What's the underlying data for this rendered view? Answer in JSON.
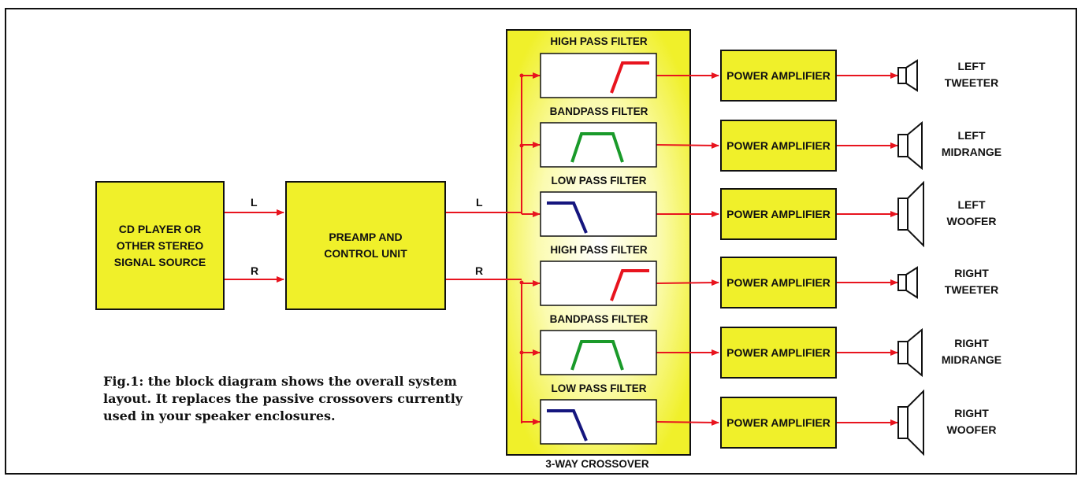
{
  "source_block": {
    "line1": "CD PLAYER OR",
    "line2": "OTHER STEREO",
    "line3": "SIGNAL SOURCE"
  },
  "preamp_block": {
    "line1": "PREAMP AND",
    "line2": "CONTROL UNIT"
  },
  "signals": {
    "left": "L",
    "right": "R"
  },
  "crossover_label": "3-WAY CROSSOVER",
  "filters": [
    {
      "label": "HIGH PASS FILTER",
      "kind": "highpass",
      "color": "#e8141e"
    },
    {
      "label": "BANDPASS FILTER",
      "kind": "bandpass",
      "color": "#1a9a2a"
    },
    {
      "label": "LOW PASS FILTER",
      "kind": "lowpass",
      "color": "#15167e"
    },
    {
      "label": "HIGH PASS FILTER",
      "kind": "highpass",
      "color": "#e8141e"
    },
    {
      "label": "BANDPASS FILTER",
      "kind": "bandpass",
      "color": "#1a9a2a"
    },
    {
      "label": "LOW PASS FILTER",
      "kind": "lowpass",
      "color": "#15167e"
    }
  ],
  "amplifier_label": "POWER AMPLIFIER",
  "speakers": [
    {
      "line1": "LEFT",
      "line2": "TWEETER",
      "size": "small"
    },
    {
      "line1": "LEFT",
      "line2": "MIDRANGE",
      "size": "medium"
    },
    {
      "line1": "LEFT",
      "line2": "WOOFER",
      "size": "large"
    },
    {
      "line1": "RIGHT",
      "line2": "TWEETER",
      "size": "small"
    },
    {
      "line1": "RIGHT",
      "line2": "MIDRANGE",
      "size": "medium"
    },
    {
      "line1": "RIGHT",
      "line2": "WOOFER",
      "size": "large"
    }
  ],
  "caption": "Fig.1: the block diagram shows the overall system layout. It replaces the passive crossovers currently used in your speaker enclosures.",
  "colors": {
    "block_fill": "#f0f02a",
    "wire": "#e8141e",
    "glow": "#ffffff"
  }
}
